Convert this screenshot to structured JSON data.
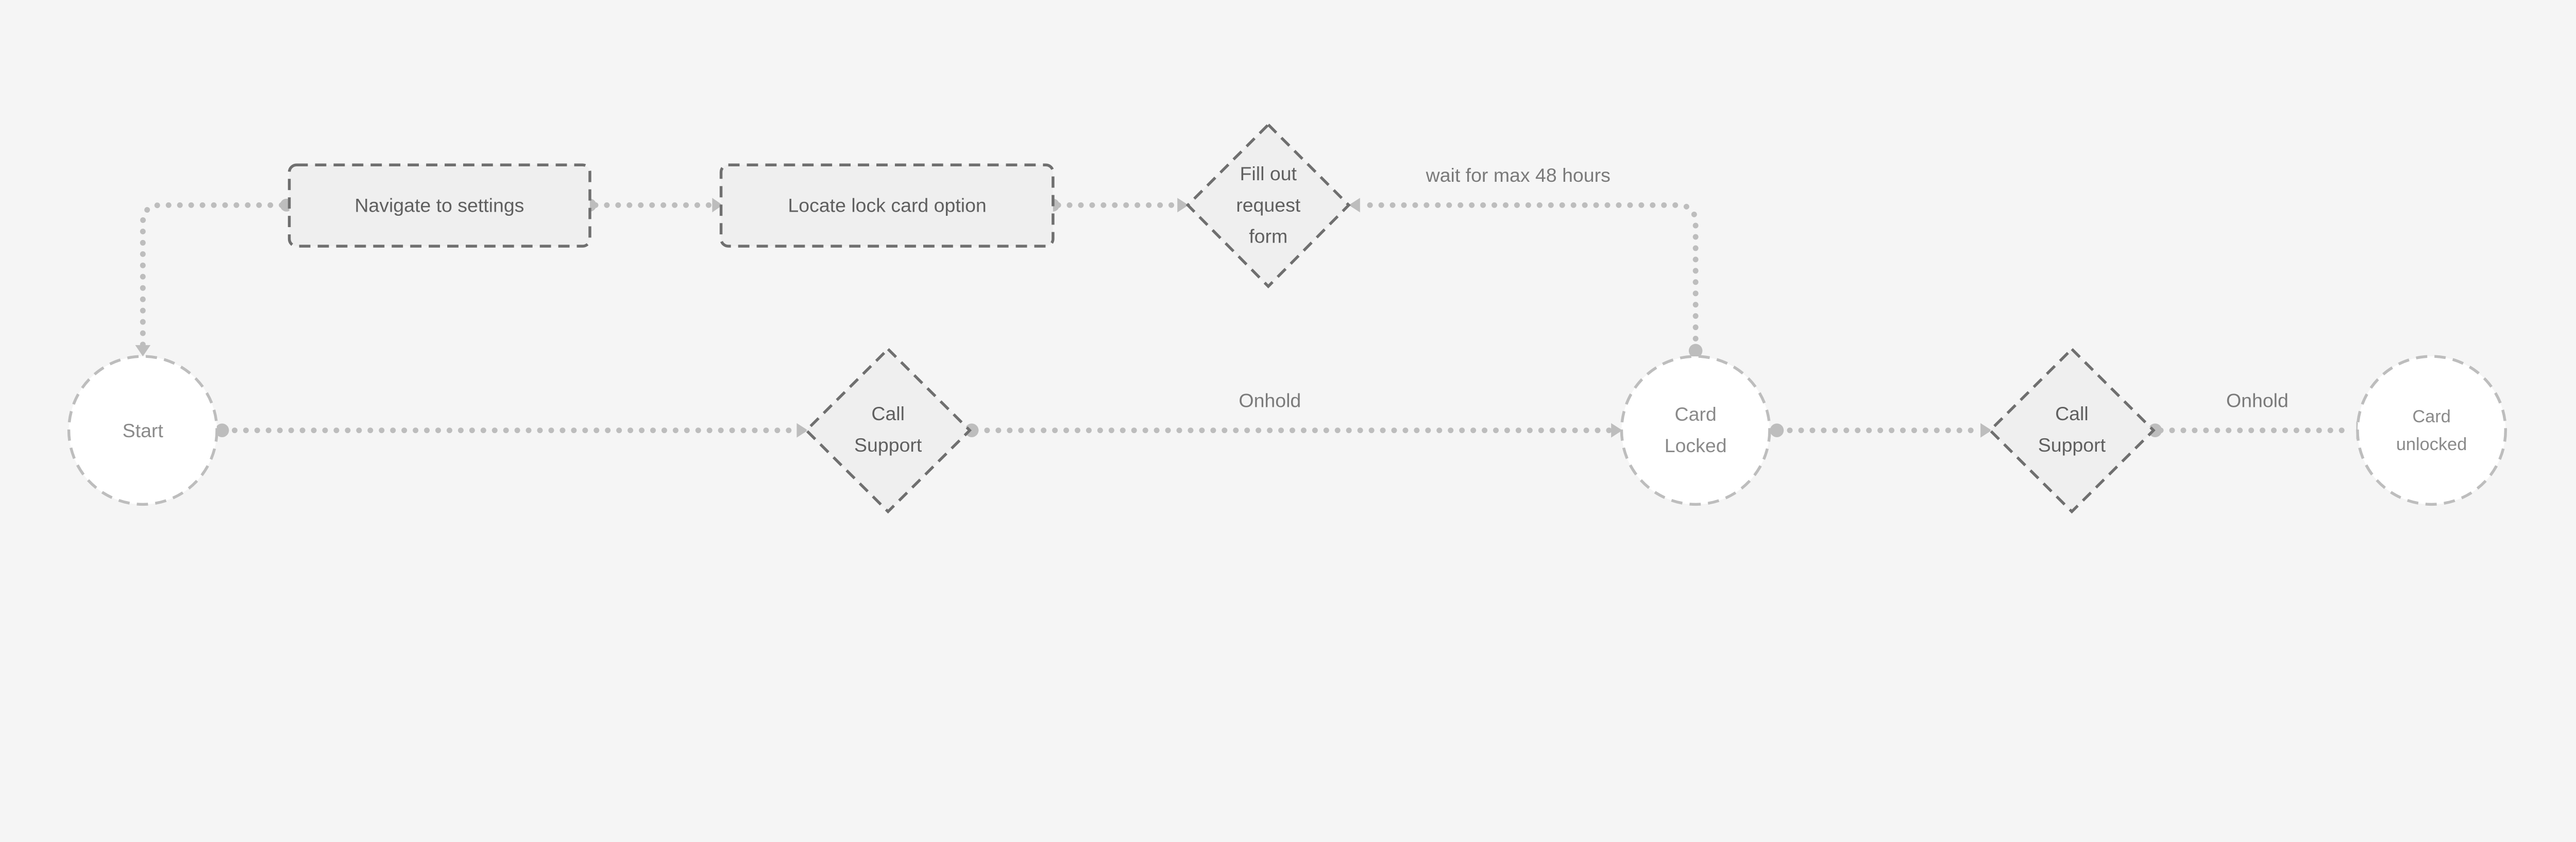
{
  "colors": {
    "background": "#f5f5f5",
    "node_fill": "#efefef",
    "node_stroke": "#6f6f6f",
    "connector": "#bdbdbd",
    "terminal_fill": "#ffffff"
  },
  "nodes": {
    "start": {
      "label": "Start",
      "shape": "circle"
    },
    "navigate": {
      "label": "Navigate to settings",
      "shape": "rectangle"
    },
    "locate": {
      "label": "Locate lock card option",
      "shape": "rectangle"
    },
    "fill_form": {
      "lines": [
        "Fill out",
        "request",
        "form"
      ],
      "shape": "diamond"
    },
    "call_support_1": {
      "lines": [
        "Call",
        "Support"
      ],
      "shape": "diamond"
    },
    "card_locked": {
      "lines": [
        "Card",
        "Locked"
      ],
      "shape": "circle"
    },
    "call_support_2": {
      "lines": [
        "Call",
        "Support"
      ],
      "shape": "diamond"
    },
    "card_unlocked": {
      "lines": [
        "Card",
        "unlocked"
      ],
      "shape": "circle"
    }
  },
  "edges": [
    {
      "from": "navigate",
      "to": "start",
      "label": ""
    },
    {
      "from": "navigate",
      "to": "locate",
      "label": ""
    },
    {
      "from": "locate",
      "to": "fill_form",
      "label": ""
    },
    {
      "from": "card_locked",
      "to": "fill_form",
      "label": "wait for max 48 hours"
    },
    {
      "from": "start",
      "to": "call_support_1",
      "label": ""
    },
    {
      "from": "call_support_1",
      "to": "card_locked",
      "label": "Onhold"
    },
    {
      "from": "card_locked",
      "to": "call_support_2",
      "label": ""
    },
    {
      "from": "call_support_2",
      "to": "card_unlocked",
      "label": "Onhold"
    }
  ]
}
